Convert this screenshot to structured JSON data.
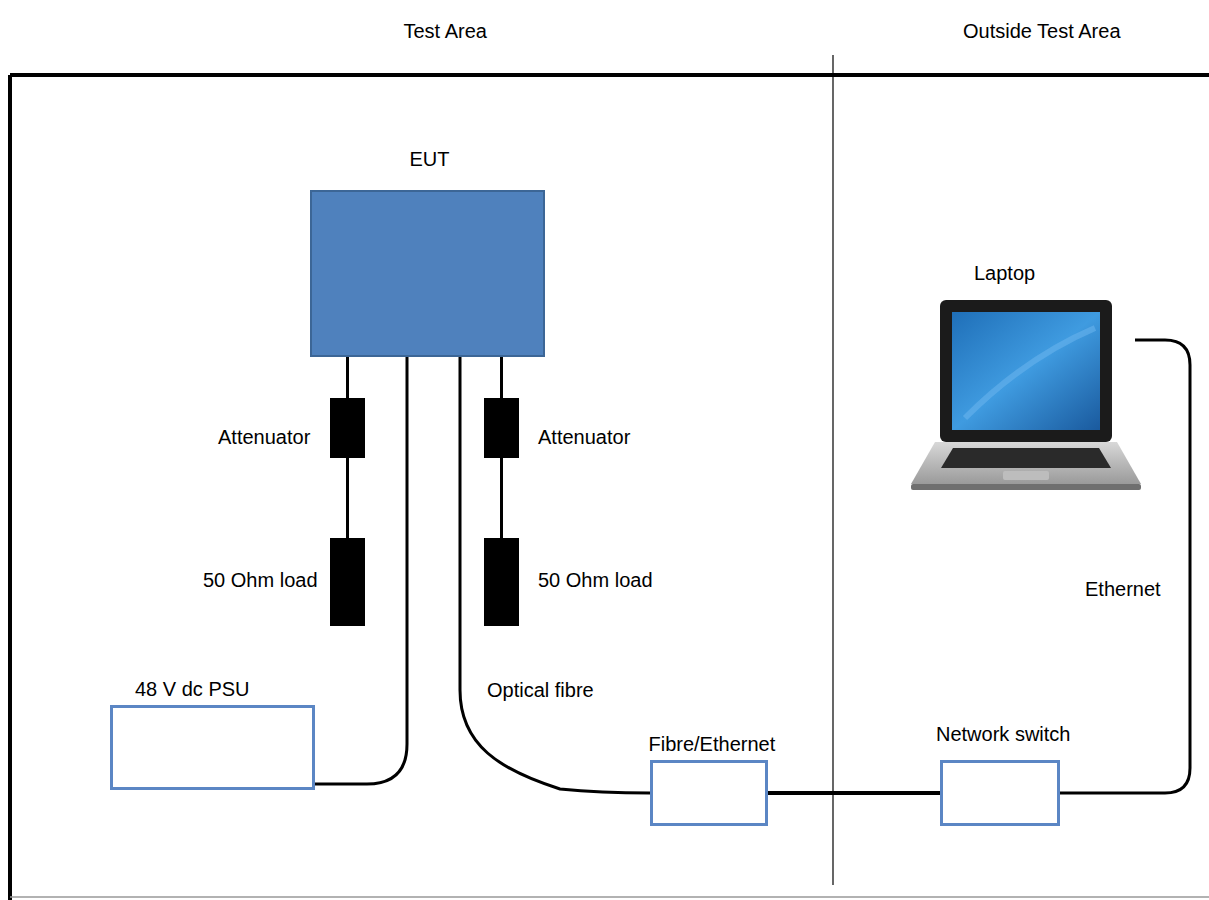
{
  "diagram": {
    "nodes": [
      {
        "text": [
          "EUT"
        ]
      },
      {
        "text": [
          "Attenuator"
        ]
      },
      {
        "text": [
          "50 Ohm load"
        ]
      },
      {
        "text": [
          "Attenuator"
        ]
      },
      {
        "text": [
          "50 Ohm load"
        ]
      },
      {
        "text": [
          "Laptop"
        ]
      },
      {
        "text": [
          "48 V dc PSU"
        ]
      },
      {
        "text": [
          "Fibre/Ethernet"
        ]
      },
      {
        "text": [
          "Network switch"
        ]
      }
    ],
    "edges": [
      {
        "from": 0,
        "to": 1,
        "arrow": "none"
      },
      {
        "from": 1,
        "to": 2,
        "arrow": "none"
      },
      {
        "from": 0,
        "to": 3,
        "arrow": "none"
      },
      {
        "from": 3,
        "to": 4,
        "arrow": "none"
      },
      {
        "from": 0,
        "to": 6,
        "arrow": "none"
      },
      {
        "from": 0,
        "to": 7,
        "label": "Optical fibre",
        "arrow": "none"
      },
      {
        "from": 7,
        "to": 8,
        "arrow": "none"
      },
      {
        "from": 8,
        "to": 5,
        "label": "Ethernet",
        "arrow": "none"
      }
    ],
    "labels": [
      "Test Area",
      "Outside Test Area"
    ]
  }
}
